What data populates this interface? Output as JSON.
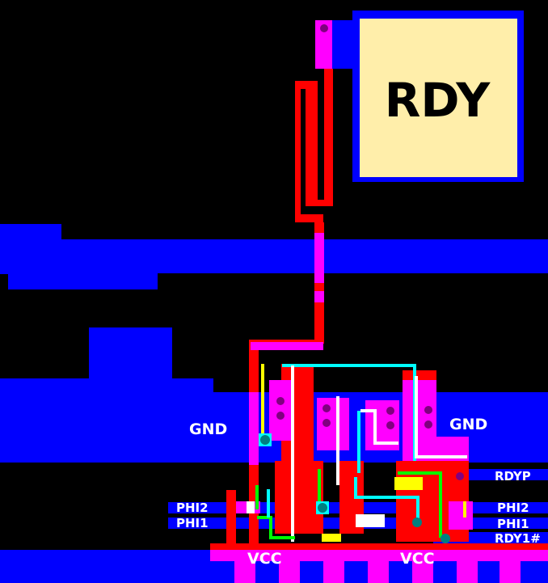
{
  "diagram": {
    "title": "RDY input pad chip layout",
    "pad": {
      "label": "RDY"
    },
    "net_labels": {
      "gnd_left": "GND",
      "gnd_right": "GND",
      "vcc_left": "VCC",
      "vcc_right": "VCC",
      "phi2_left": "PHI2",
      "phi1_left": "PHI1",
      "phi2_right": "PHI2",
      "phi1_right": "PHI1",
      "rdyp": "RDYP",
      "rdy1n": "RDY1#"
    },
    "layers": {
      "metal": "#0000ff",
      "polysilicon": "#ff0000",
      "diffusion": "#ff00ff",
      "pad_fill": "#ffeeaa",
      "contact": "#800080",
      "buried_contact": "#008080",
      "background": "#000000"
    }
  }
}
